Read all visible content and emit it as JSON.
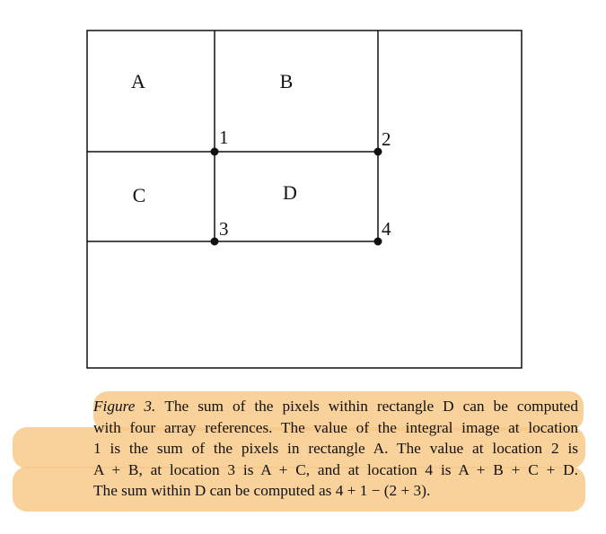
{
  "figure": {
    "regions": {
      "a": "A",
      "b": "B",
      "c": "C",
      "d": "D"
    },
    "points": {
      "p1": "1",
      "p2": "2",
      "p3": "3",
      "p4": "4"
    }
  },
  "caption": {
    "label": "Figure 3.",
    "lines": [
      "The sum of the pixels within rectangle D can be computed",
      "with four array references. The value of the integral image at location",
      "1 is the sum of the pixels in rectangle A. The value at location 2 is",
      "A + B, at location 3 is A + C, and at location 4 is A + B + C + D.",
      "The sum within D can be computed as 4 + 1 − (2 + 3)."
    ]
  },
  "colors": {
    "highlight": "#f7c98a",
    "ink": "#111111"
  }
}
